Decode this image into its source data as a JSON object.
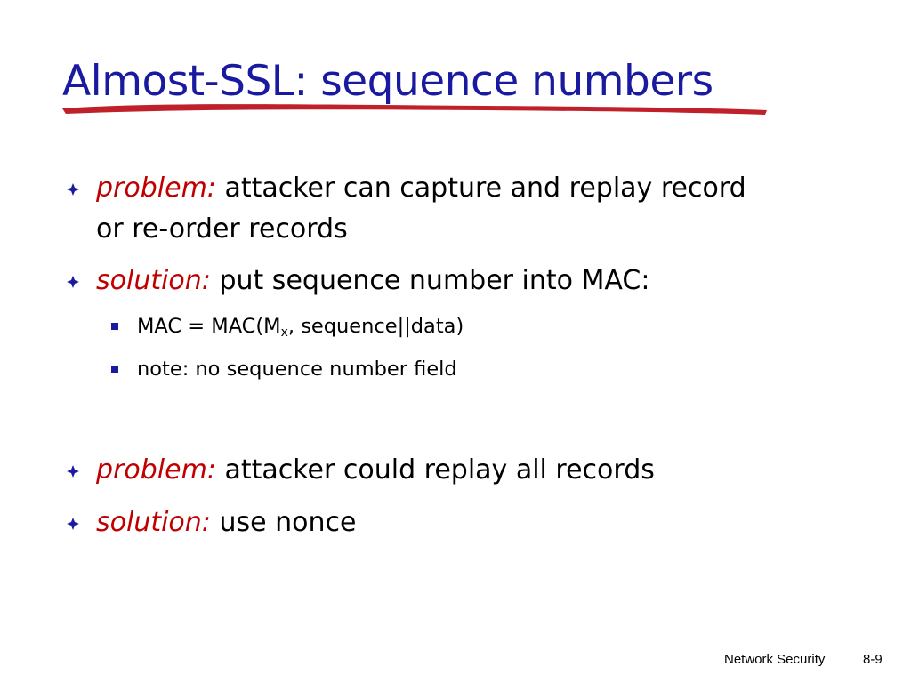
{
  "slide": {
    "title": "Almost-SSL: sequence numbers",
    "accent_colors": {
      "title": "#1a1aa0",
      "keyword": "#c00000",
      "underline": "#c0202a",
      "bullet_square": "#1a1aa0"
    },
    "bullets": [
      {
        "keyword": "problem:",
        "text_line1": "attacker can capture and replay record",
        "text_line2": "or re-order records"
      },
      {
        "keyword": "solution:",
        "text": "put sequence number into MAC:",
        "sub_items": [
          {
            "before": "MAC = MAC(M",
            "subscript": "x",
            "after": ", sequence||data)"
          },
          {
            "text": "note: no sequence number field"
          }
        ]
      },
      {
        "keyword": "problem:",
        "text": "attacker could replay all records"
      },
      {
        "keyword": "solution:",
        "text": "use nonce"
      }
    ],
    "bullet_icon": "diamond-star-icon",
    "sub_bullet_icon": "square-bullet-icon",
    "footer": {
      "label": "Network Security",
      "page": "8-9"
    }
  }
}
